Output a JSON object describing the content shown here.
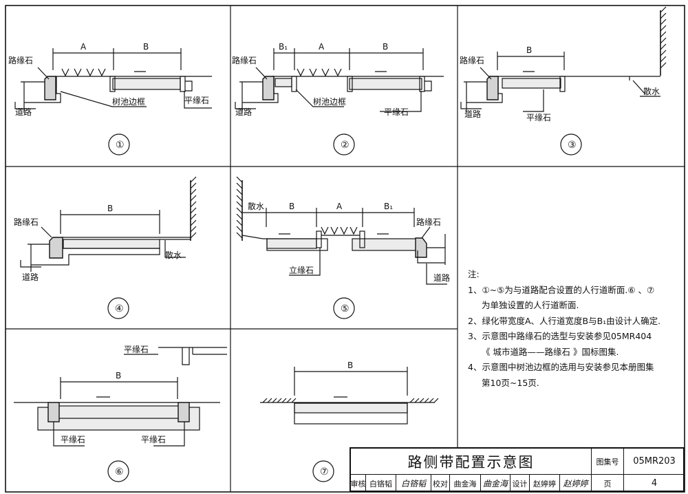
{
  "labels": {
    "curb_stone": "路缘石",
    "road": "道路",
    "tree_pit_frame": "树池边框",
    "flat_curb": "平缘石",
    "apron": "散水",
    "vertical_curb": "立缘石",
    "dim_a": "A",
    "dim_b": "B",
    "dim_b1": "B₁"
  },
  "figures": [
    "①",
    "②",
    "③",
    "④",
    "⑤",
    "⑥",
    "⑦"
  ],
  "notes": {
    "heading": "注:",
    "items": [
      "1、①~⑤为与道路配合设置的人行道断面.⑥ 、⑦",
      "为单独设置的人行道断面.",
      "2、绿化带宽度A、人行道宽度B与B₁由设计人确定.",
      "3、示意图中路缘石的选型与安装参见05MR404",
      "《 城市道路——路缘石 》国标图集.",
      "4、示意图中树池边框的选用与安装参见本册图集",
      "第10页~15页."
    ]
  },
  "title_block": {
    "title": "路侧带配置示意图",
    "atlas_label": "图集号",
    "atlas_no": "05MR203",
    "review_label": "审核",
    "reviewer": "白铬韬",
    "reviewer_sig": "白铬韬",
    "check_label": "校对",
    "checker": "曲金海",
    "checker_sig": "曲金海",
    "design_label": "设计",
    "designer": "赵婷婷",
    "designer_sig": "赵婷婷",
    "page_label": "页",
    "page_no": "4"
  }
}
